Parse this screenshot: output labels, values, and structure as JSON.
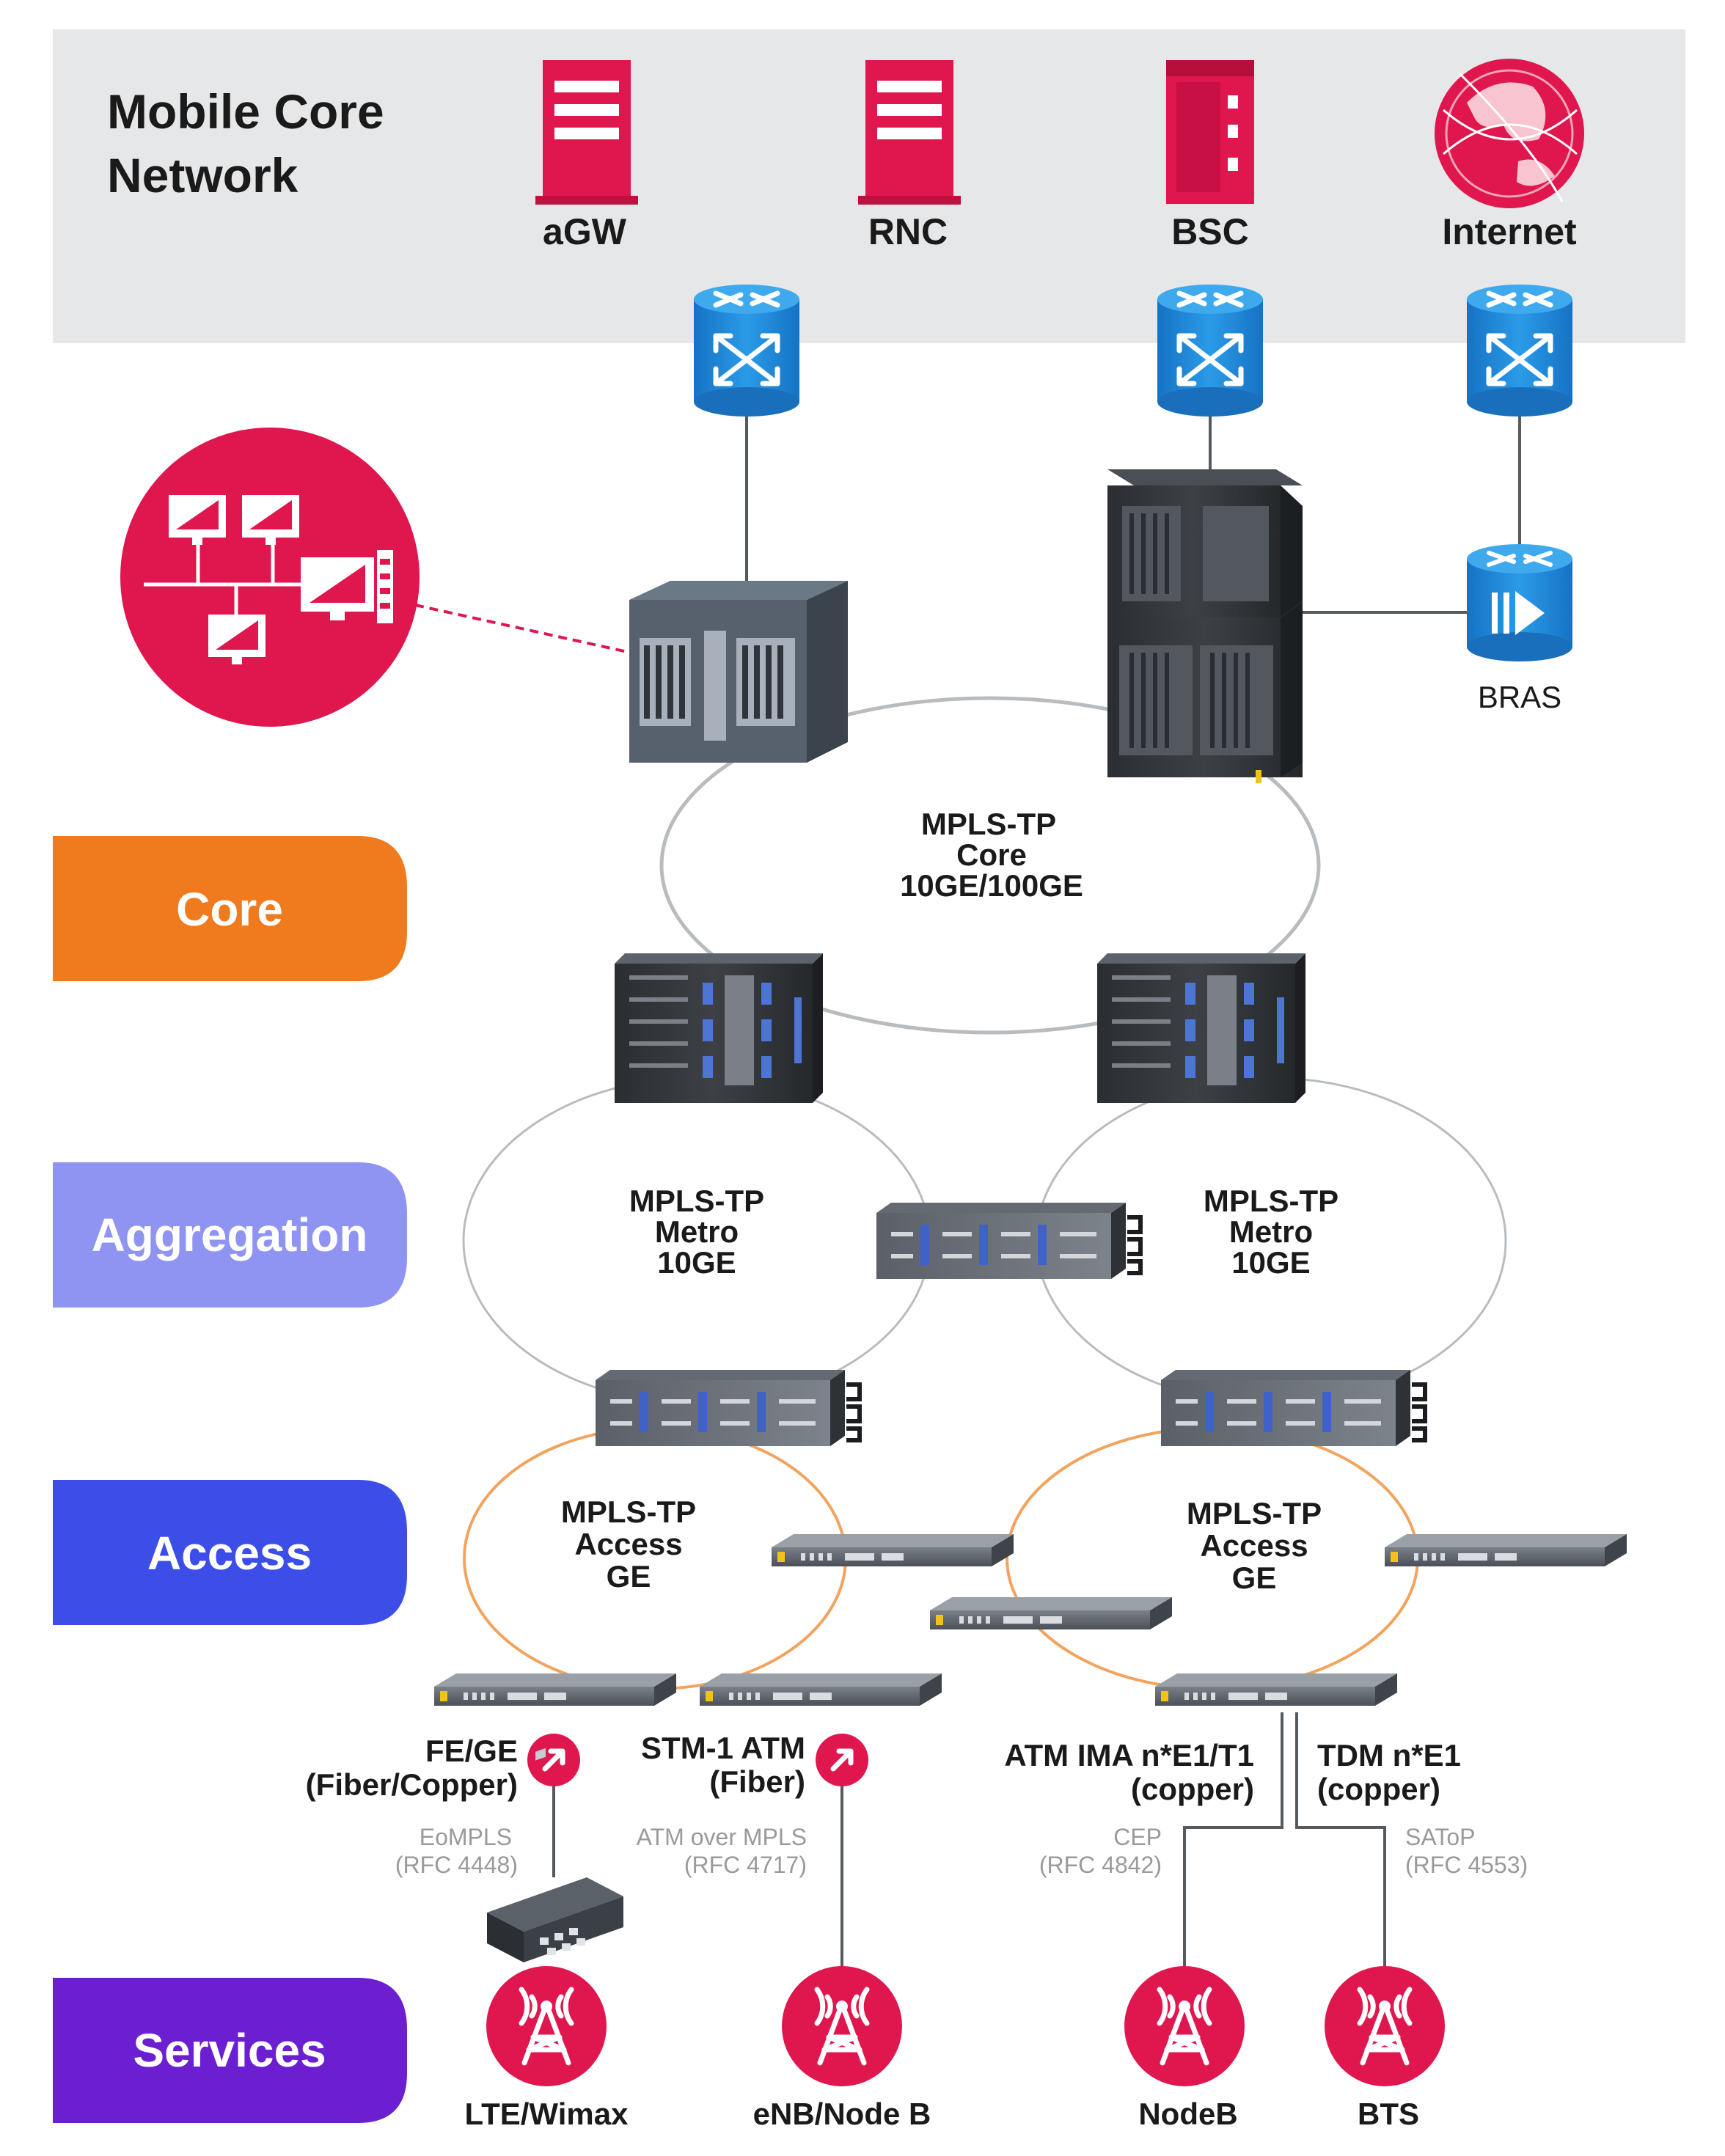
{
  "colors": {
    "core_band": "#f07a1e",
    "aggregation_band": "#8f94f2",
    "access_band": "#3c4de8",
    "services_band": "#6c1fd0",
    "accent_red": "#e0164e",
    "router_blue": "#1c86d6",
    "panel_gray": "#e6e7e8",
    "access_ring": "#f2a35e",
    "ring_gray": "#b9bcbf"
  },
  "core_network": {
    "title_line1": "Mobile Core",
    "title_line2": "Network",
    "items": [
      {
        "label": "aGW",
        "icon": "server-icon"
      },
      {
        "label": "RNC",
        "icon": "server-icon"
      },
      {
        "label": "BSC",
        "icon": "rack-icon"
      },
      {
        "label": "Internet",
        "icon": "globe-icon"
      }
    ]
  },
  "bras_label": "BRAS",
  "bands": {
    "core": "Core",
    "aggregation": "Aggregation",
    "access": "Access",
    "services": "Services"
  },
  "rings": {
    "core": [
      "MPLS-TP",
      "Core",
      "10GE/100GE"
    ],
    "metro_left": [
      "MPLS-TP",
      "Metro",
      "10GE"
    ],
    "metro_right": [
      "MPLS-TP",
      "Metro",
      "10GE"
    ],
    "access_left": [
      "MPLS-TP",
      "Access",
      "GE"
    ],
    "access_right": [
      "MPLS-TP",
      "Access",
      "GE"
    ]
  },
  "interfaces": [
    {
      "title": [
        "FE/GE",
        "(Fiber/Copper)"
      ],
      "proto": [
        "EoMPLS",
        "(RFC 4448)"
      ]
    },
    {
      "title": [
        "STM-1 ATM",
        "(Fiber)"
      ],
      "proto": [
        "ATM over MPLS",
        "(RFC 4717)"
      ]
    },
    {
      "title": [
        "ATM IMA n*E1/T1",
        "(copper)"
      ],
      "proto": [
        "CEP",
        "(RFC 4842)"
      ]
    },
    {
      "title": [
        "TDM n*E1",
        "(copper)"
      ],
      "proto": [
        "SAToP",
        "(RFC 4553)"
      ]
    }
  ],
  "services": [
    {
      "label": "LTE/Wimax"
    },
    {
      "label": "eNB/Node B"
    },
    {
      "label": "NodeB"
    },
    {
      "label": "BTS"
    }
  ]
}
